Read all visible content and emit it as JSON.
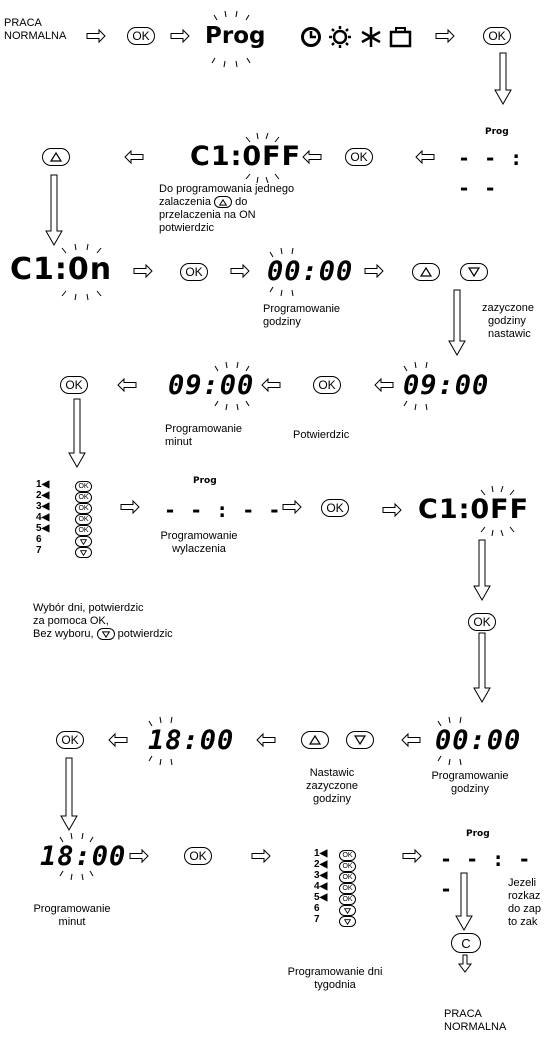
{
  "ok": "OK",
  "c_key": "C",
  "prog": "Prog",
  "praca_top": [
    "PRACA",
    "NORMALNA"
  ],
  "praca_bottom": [
    "PRACA",
    "NORMALNA"
  ],
  "c1_off": "C1:0FF",
  "c1_on": "C1:0n",
  "dashes": "- - : - -",
  "time_0000": "00:00",
  "time_0900": "09:00",
  "time_1800": "18:00",
  "icons": [
    "clock-icon",
    "sun-icon",
    "snowflake-icon",
    "suitcase-icon"
  ],
  "text": {
    "do_prog_1": "Do programowania jednego",
    "do_prog_2a": "zalaczenia",
    "do_prog_2b": "do",
    "do_prog_3": "przelaczenia na ON",
    "do_prog_4": "potwierdzic",
    "prog_godziny_1": "Programowanie",
    "prog_godziny_2": "godziny",
    "zazyczone_1": "zazyczone",
    "zazyczone_2": "godziny",
    "zazyczone_3": "nastawic",
    "prog_minut_1": "Programowanie",
    "prog_minut_2": "minut",
    "potwierdzic": "Potwierdzic",
    "prog_wyl_1": "Programowanie",
    "prog_wyl_2": "wylaczenia",
    "wybor_1": "Wybór dni, potwierdzic",
    "wybor_2": "za pomoca OK,",
    "wybor_3a": "Bez wyboru,",
    "wybor_3b": "potwierdzic",
    "nastawic_1": "Nastawic",
    "nastawic_2": "zazyczone",
    "nastawic_3": "godziny",
    "prog_godz2_1": "Programowanie",
    "prog_godz2_2": "godziny",
    "prog_minut2_1": "Programowanie",
    "prog_minut2_2": "minut",
    "prog_dni_1": "Programowanie dni",
    "prog_dni_2": "tygodnia",
    "jezeli_1": "Jezeli",
    "jezeli_2": "rozkaz",
    "jezeli_3": "do zap",
    "jezeli_4": "to zak"
  },
  "days": [
    "1",
    "2",
    "3",
    "4",
    "5",
    "6",
    "7"
  ]
}
